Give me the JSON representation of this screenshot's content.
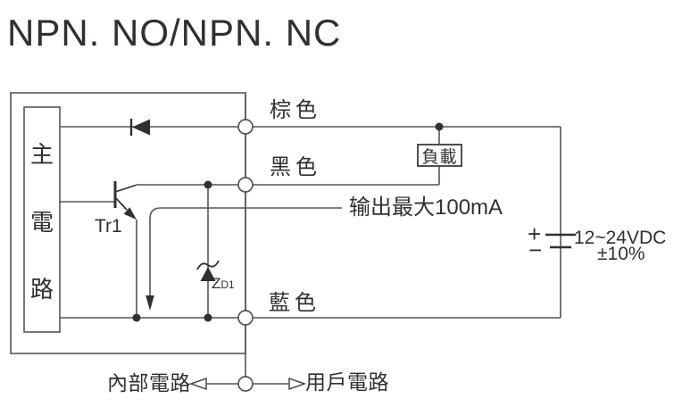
{
  "title": "NPN. NO/NPN. NC",
  "main_circuit_box": {
    "chars": [
      "主",
      "電",
      "路"
    ]
  },
  "wire_labels": {
    "brown": "棕色",
    "black": "黑色",
    "blue": "藍色"
  },
  "load_label": "負載",
  "output_note": "输出最大100mA",
  "transistor_label": "Tr1",
  "zener_label": {
    "main": "Z",
    "sub": "D1"
  },
  "power_supply": {
    "plus": "+",
    "minus": "−",
    "voltage": "12~24VDC",
    "tolerance": "±10%"
  },
  "footer_labels": {
    "internal": "內部電路",
    "user": "用戶電路"
  },
  "colors": {
    "wire": "#57535b",
    "ink": "#332e34",
    "background": "#ffffff"
  }
}
